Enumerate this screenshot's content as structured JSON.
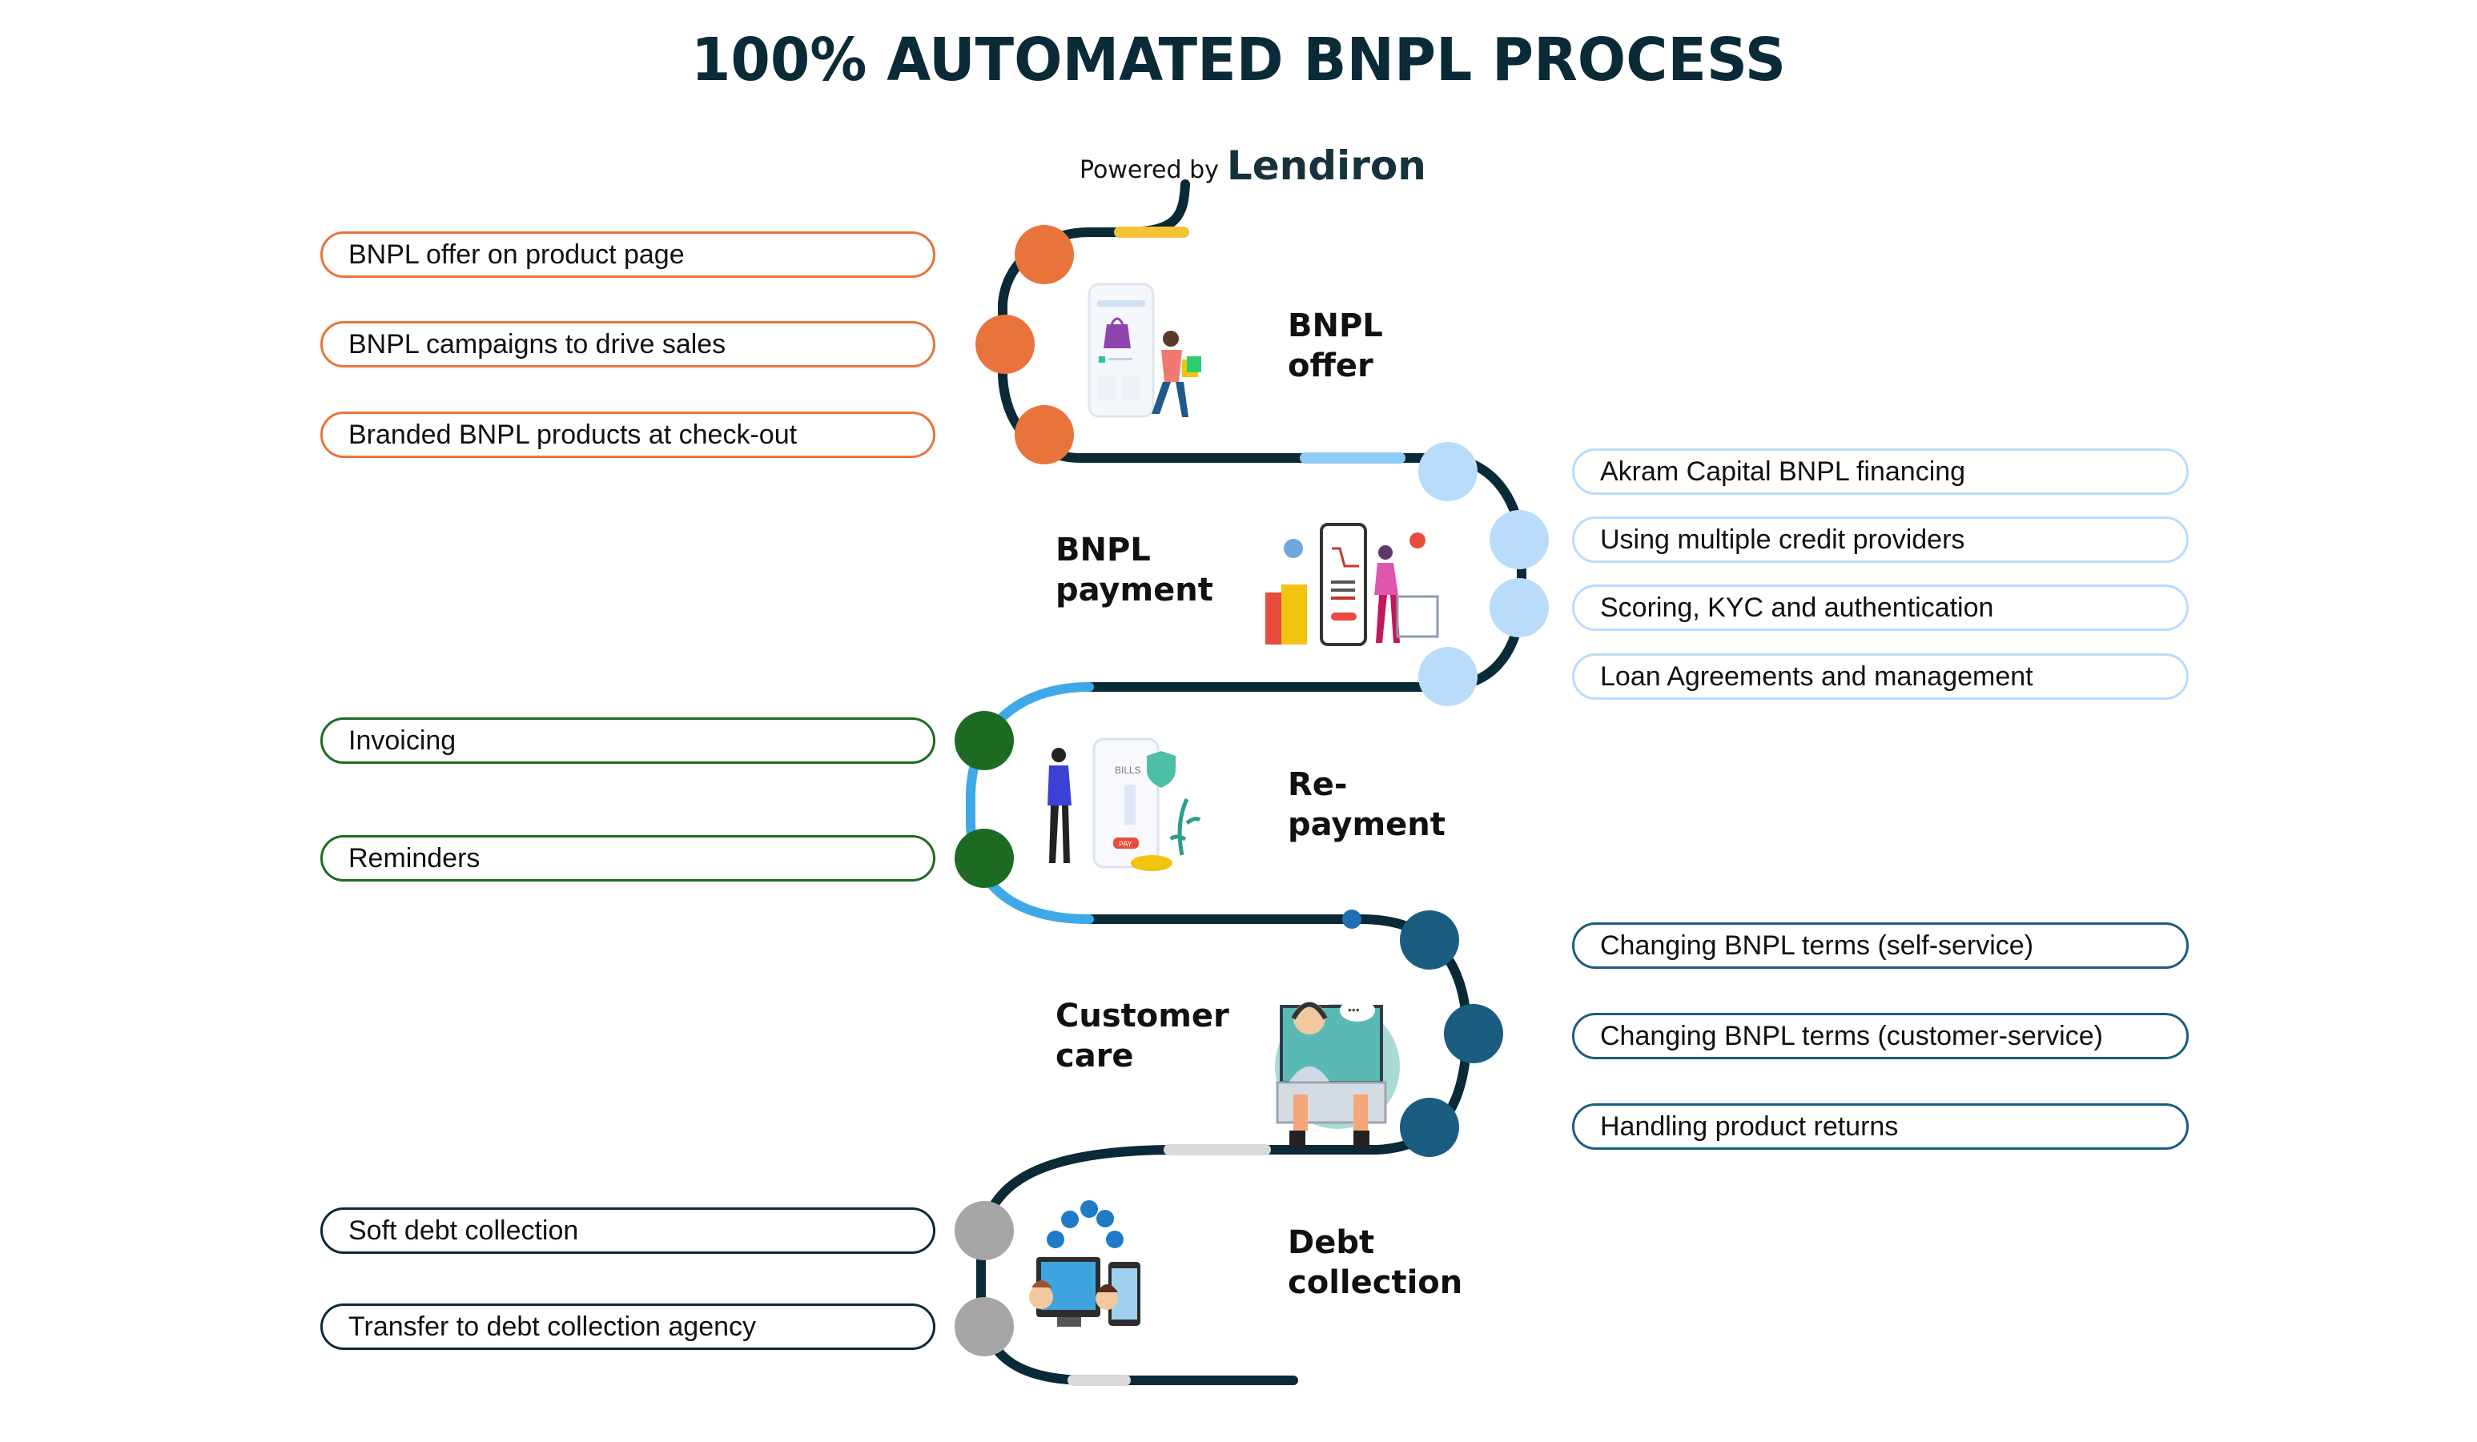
{
  "title": "100% AUTOMATED BNPL PROCESS",
  "powered_by": {
    "prefix": "Powered by",
    "brand": "Lendiron"
  },
  "colors": {
    "track": "#0b2a37",
    "offer": "#e8743b",
    "payment": "#b9dcfb",
    "repayment": "#1d6b22",
    "customer_care": "#1a5d80",
    "debt_collection": "#a6a6a6",
    "accent_yellow": "#f5c236",
    "accent_lightblue": "#8ecbf5",
    "accent_cyan": "#3fa9e8",
    "accent_gray": "#d9d9d9"
  },
  "stages": [
    {
      "name": "BNPL offer",
      "label_line1": "BNPL",
      "label_line2": "offer",
      "illustration": "shopping-woman-phone",
      "items": [
        "BNPL offer on product page",
        "BNPL campaigns to drive sales",
        "Branded BNPL products at check-out"
      ]
    },
    {
      "name": "BNPL payment",
      "label_line1": "BNPL",
      "label_line2": "payment",
      "illustration": "mobile-cart-payment",
      "items": [
        "Akram Capital BNPL financing",
        "Using multiple credit providers",
        "Scoring, KYC and authentication",
        "Loan Agreements and management"
      ]
    },
    {
      "name": "Re-payment",
      "label_line1": "Re-",
      "label_line2": "payment",
      "illustration": "bills-pay-phone",
      "illustration_text": {
        "bills": "BILLS",
        "pay": "PAY"
      },
      "items": [
        "Invoicing",
        "Reminders"
      ]
    },
    {
      "name": "Customer care",
      "label_line1": "Customer",
      "label_line2": "care",
      "illustration": "support-agent-headset",
      "items": [
        "Changing BNPL terms (self-service)",
        "Changing BNPL terms (customer-service)",
        "Handling product returns"
      ]
    },
    {
      "name": "Debt collection",
      "label_line1": "Debt",
      "label_line2": "collection",
      "illustration": "euro-coins-devices",
      "items": [
        "Soft debt collection",
        "Transfer to debt collection agency"
      ]
    }
  ]
}
